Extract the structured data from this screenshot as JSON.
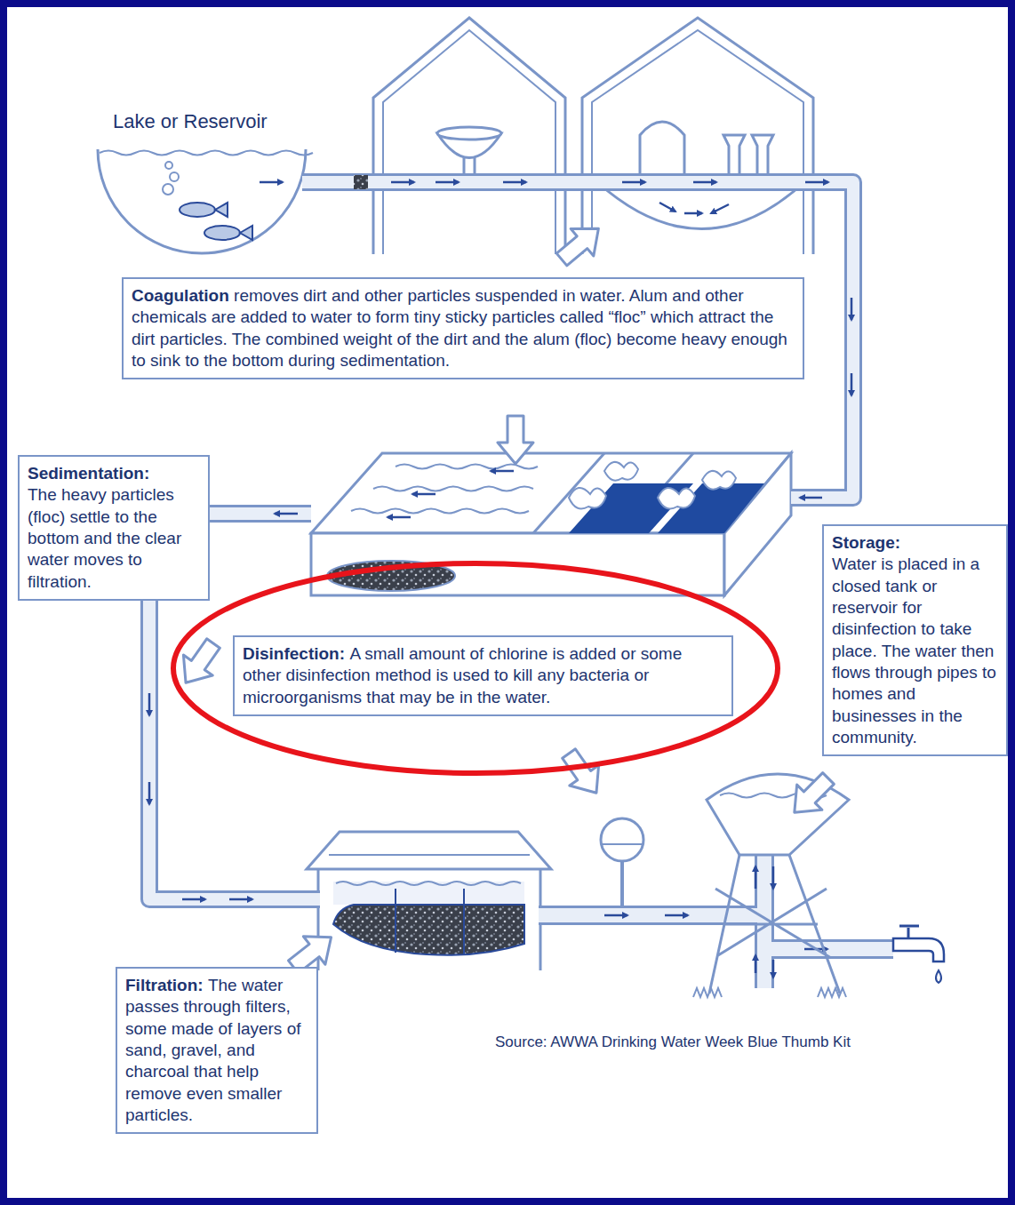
{
  "diagram": {
    "nodes": [
      {
        "text": [
          "Coagulation",
          "removes dirt and other particles suspended in water. Alum and other chemicals are added to water to form tiny sticky particles called “floc” which attract the dirt particles. The combined weight of the dirt and the alum (floc) become heavy enough to sink to the bottom during sedimentation."
        ]
      },
      {
        "text": [
          "Sedimentation:",
          "The heavy particles (floc) settle to the bottom and the clear water moves to filtration."
        ]
      },
      {
        "text": [
          "Storage:",
          "Water is placed in a closed tank or reservoir for disinfection to take place. The water then flows through pipes to homes and businesses in the community."
        ]
      },
      {
        "text": [
          "Disinfection:",
          "A small amount of chlorine is added or some other disinfection method is used to kill any bacteria or microorganisms that may be in the water."
        ]
      },
      {
        "text": [
          "Filtration:",
          "The water passes through filters, some made of layers of sand, gravel, and charcoal that help remove even smaller particles."
        ]
      }
    ],
    "labels": [
      "Lake or Reservoir",
      "Source: AWWA Drinking Water Week Blue Thumb Kit"
    ]
  }
}
